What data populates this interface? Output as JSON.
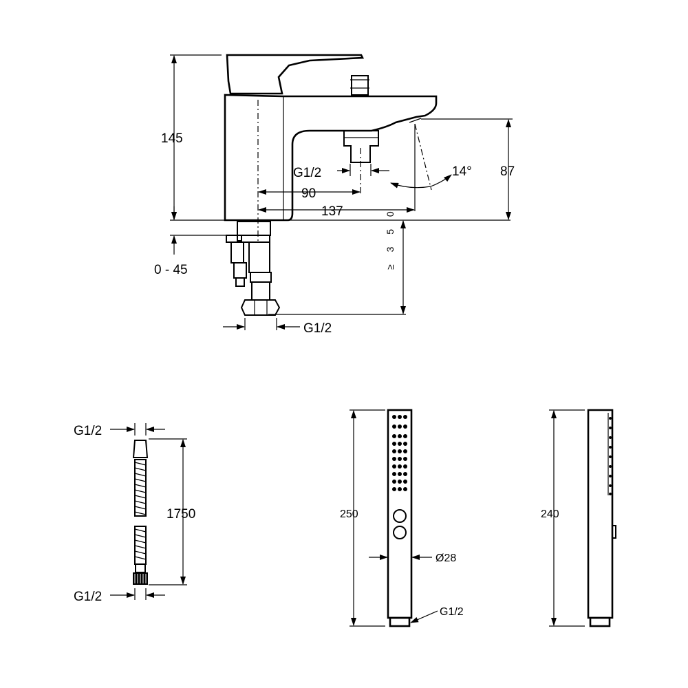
{
  "mixer": {
    "height": "145",
    "outlet_height": "87",
    "deck_range": "0 - 45",
    "diverter_offset": "90",
    "spout_reach": "137",
    "outlet_thread": "G1/2",
    "spout_angle": "14°",
    "min_clearance": "≥ 3 5 0",
    "supply_thread": "G1/2"
  },
  "hose": {
    "top_thread": "G1/2",
    "length": "1750",
    "bottom_thread": "G1/2"
  },
  "handshower_front": {
    "length": "250",
    "diameter": "Ø28",
    "thread": "G1/2"
  },
  "handshower_side": {
    "length": "240"
  }
}
